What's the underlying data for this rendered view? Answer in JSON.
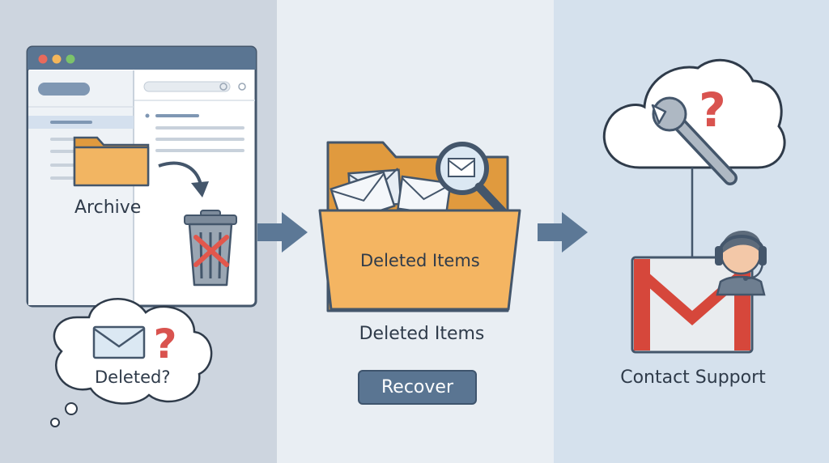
{
  "step1": {
    "folder_label": "Archive",
    "thought_label": "Deleted?"
  },
  "step2": {
    "folder_label": "Deleted Items",
    "caption": "Deleted Items",
    "recover_button": "Recover"
  },
  "step3": {
    "caption": "Contact Support"
  },
  "colors": {
    "panel1": "#cfd7e1",
    "panel2": "#e9eef3",
    "panel3": "#d6e2ee",
    "folder": "#f2b562",
    "arrow": "#5c7896",
    "trash_x": "#e2574c",
    "question": "#d9534f",
    "gmail_red": "#d6473b"
  },
  "icons": [
    "window-icon",
    "folder-icon",
    "trash-icon",
    "envelope-icon",
    "question-icon",
    "magnifier-icon",
    "cloud-icon",
    "wrench-icon",
    "support-agent-icon",
    "gmail-icon"
  ]
}
